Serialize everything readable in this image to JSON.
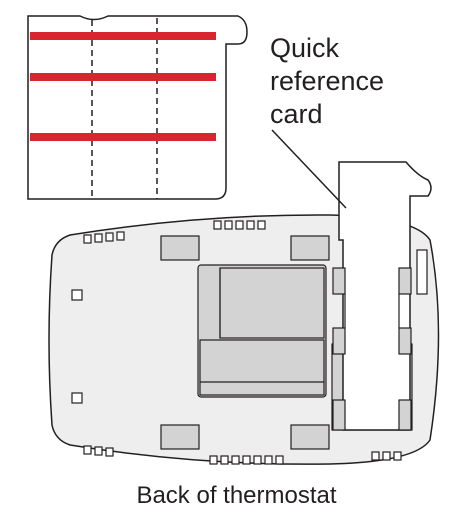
{
  "callout": {
    "lines": [
      "Quick",
      "reference",
      "card"
    ]
  },
  "caption": "Back of thermostat",
  "colors": {
    "line": "#231f20",
    "device_fill": "#eeeeee",
    "pad_fill": "#d3d3d3",
    "red_stripe": "#d7262f"
  }
}
